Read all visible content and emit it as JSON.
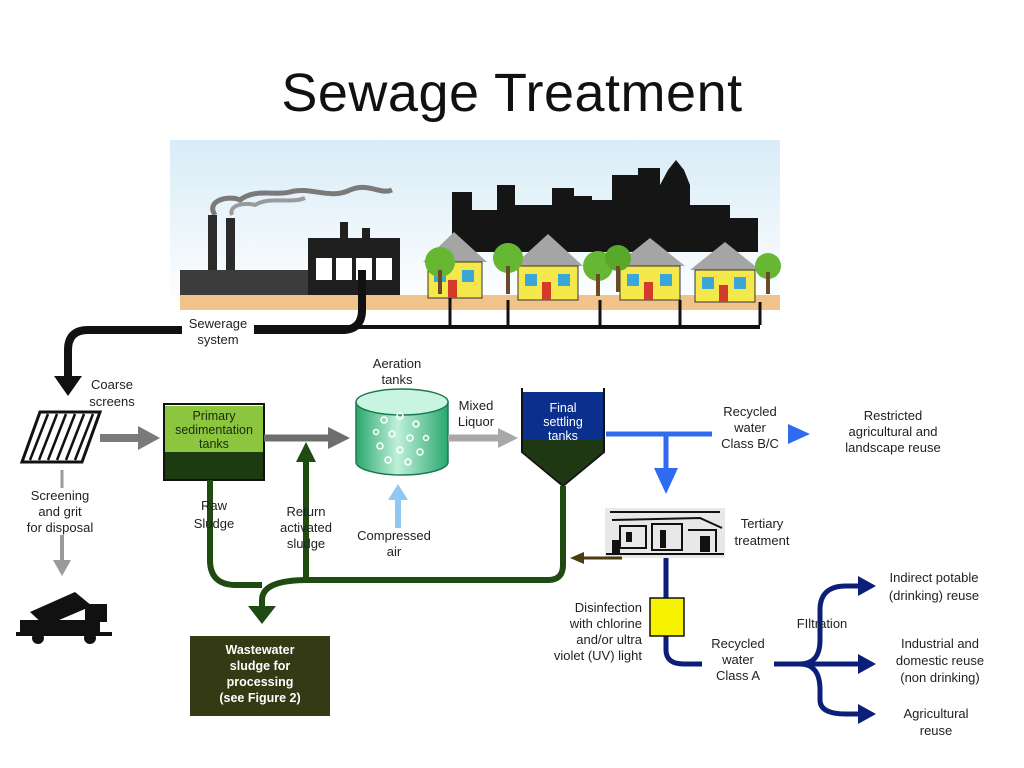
{
  "title": "Sewage Treatment",
  "colors": {
    "flow_black": "#111111",
    "flow_gray": "#7a7a7a",
    "flow_dark_green": "#1f4a12",
    "flow_blue": "#2f6bf0",
    "flow_navy": "#0b1f7a",
    "primary_tank": "#8cc63f",
    "aeration_tank": "#2eb87a",
    "final_tank": "#0b2f8c",
    "sludge_box": "#343a13",
    "disinfection_box": "#f6f200",
    "compressed_air": "#8fc8f0"
  },
  "labels": {
    "sewerage_system": [
      "Sewerage",
      "system"
    ],
    "coarse_screens": [
      "Coarse",
      "screens"
    ],
    "screening_grit": [
      "Screening",
      "and grit",
      "for disposal"
    ],
    "primary_tanks": [
      "Primary",
      "sedimentation",
      "tanks"
    ],
    "raw_sludge": [
      "Raw",
      "Sludge"
    ],
    "return_sludge": [
      "Return",
      "activated",
      "sludge"
    ],
    "aeration_tanks": [
      "Aeration",
      "tanks"
    ],
    "compressed_air": [
      "Compressed",
      "air"
    ],
    "mixed_liquor": [
      "Mixed",
      "Liquor"
    ],
    "final_tanks": [
      "Final",
      "settling",
      "tanks"
    ],
    "recycled_bc": [
      "Recycled",
      "water",
      "Class B/C"
    ],
    "restricted_reuse": [
      "Restricted",
      "agricultural and",
      "landscape reuse"
    ],
    "tertiary": [
      "Tertiary",
      "treatment"
    ],
    "wastewater_sludge": [
      "Wastewater",
      "sludge for",
      "processing",
      "(see Figure 2)"
    ],
    "disinfection": [
      "Disinfection",
      "with chlorine",
      "and/or ultra",
      "violet (UV) light"
    ],
    "recycled_a": [
      "Recycled",
      "water",
      "Class A"
    ],
    "filtration": "FIltration",
    "indirect_potable": [
      "Indirect potable",
      "(drinking) reuse"
    ],
    "industrial_domestic": [
      "Industrial and",
      "domestic reuse",
      "(non drinking)"
    ],
    "agricultural": [
      "Agricultural",
      "reuse"
    ]
  }
}
